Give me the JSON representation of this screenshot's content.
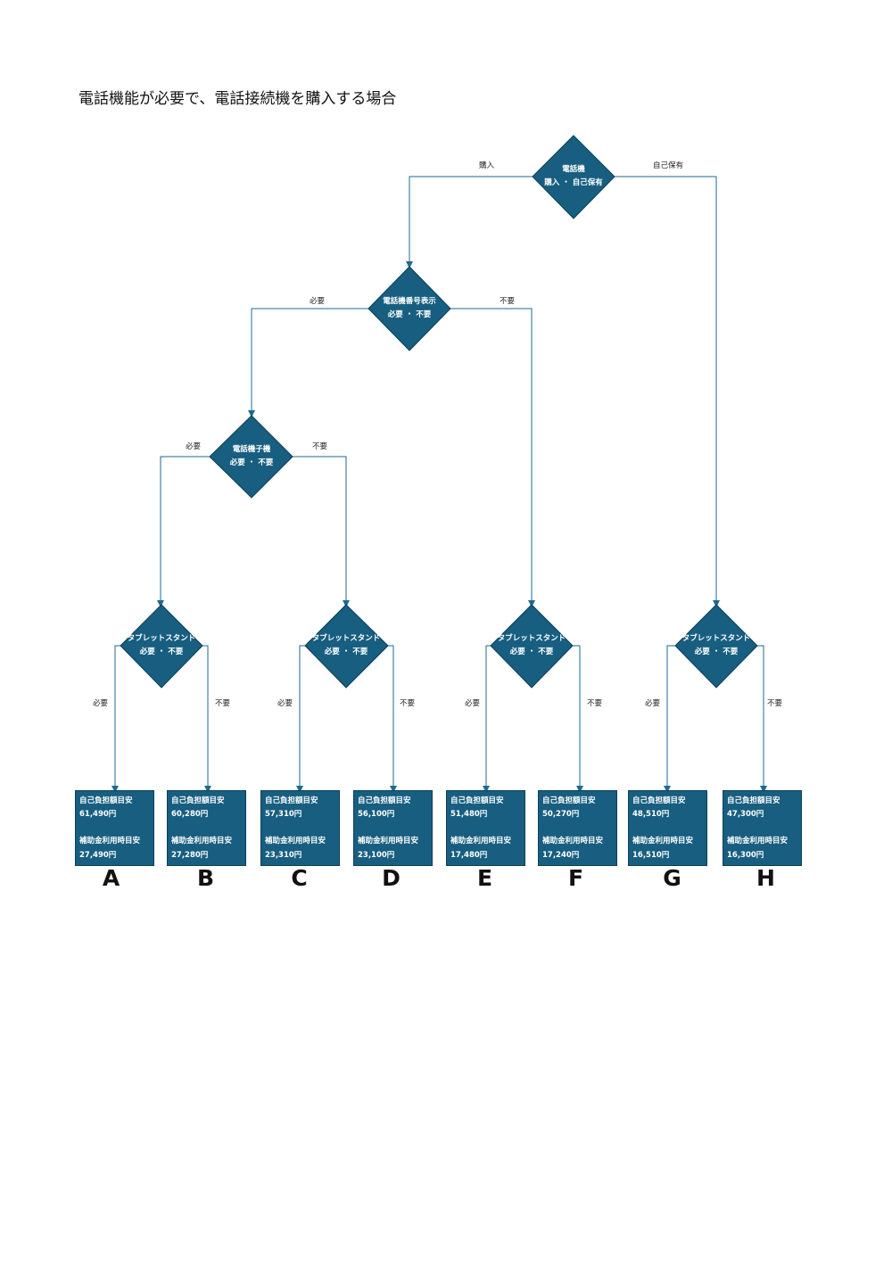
{
  "title": "電話機能が必要で、電話接続機を購入する場合",
  "colors": {
    "node_fill": "#175e80",
    "line": "#1e6a8c"
  },
  "diamonds": [
    {
      "id": "d0",
      "line1": "電話機",
      "line2": "購入 ・ 自己保有"
    },
    {
      "id": "d1",
      "line1": "電話機番号表示",
      "line2": "必要 ・ 不要"
    },
    {
      "id": "d2",
      "line1": "電話機子機",
      "line2": "必要 ・ 不要"
    },
    {
      "id": "d3",
      "line1": "タブレットスタンド",
      "line2": "必要 ・ 不要"
    },
    {
      "id": "d4",
      "line1": "タブレットスタンド",
      "line2": "必要 ・ 不要"
    },
    {
      "id": "d5",
      "line1": "タブレットスタンド",
      "line2": "必要 ・ 不要"
    },
    {
      "id": "d6",
      "line1": "タブレットスタンド",
      "line2": "必要 ・ 不要"
    }
  ],
  "edge_labels": {
    "d0_left": "購入",
    "d0_right": "自己保有",
    "d1_left": "必要",
    "d1_right": "不要",
    "d2_left": "必要",
    "d2_right": "不要",
    "d3_left": "必要",
    "d3_right": "不要",
    "d4_left": "必要",
    "d4_right": "不要",
    "d5_left": "必要",
    "d5_right": "不要",
    "d6_left": "必要",
    "d6_right": "不要"
  },
  "result_heading": "自己負担額目安",
  "subsidy_heading": "補助金利用時目安",
  "results": [
    {
      "letter": "A",
      "self_pay": "61,490円",
      "subsidy": "27,490円"
    },
    {
      "letter": "B",
      "self_pay": "60,280円",
      "subsidy": "27,280円"
    },
    {
      "letter": "C",
      "self_pay": "57,310円",
      "subsidy": "23,310円"
    },
    {
      "letter": "D",
      "self_pay": "56,100円",
      "subsidy": "23,100円"
    },
    {
      "letter": "E",
      "self_pay": "51,480円",
      "subsidy": "17,480円"
    },
    {
      "letter": "F",
      "self_pay": "50,270円",
      "subsidy": "17,240円"
    },
    {
      "letter": "G",
      "self_pay": "48,510円",
      "subsidy": "16,510円"
    },
    {
      "letter": "H",
      "self_pay": "47,300円",
      "subsidy": "16,300円"
    }
  ]
}
